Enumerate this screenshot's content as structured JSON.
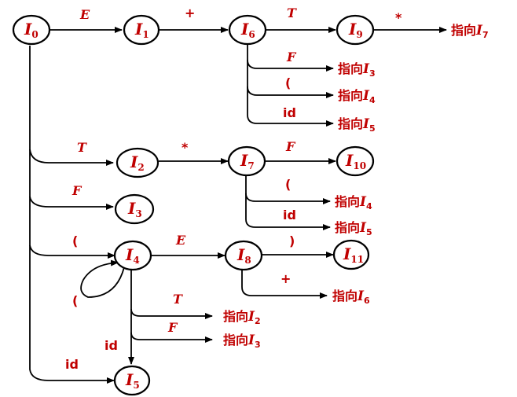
{
  "states": {
    "I0": {
      "letter": "I",
      "index": "0"
    },
    "I1": {
      "letter": "I",
      "index": "1"
    },
    "I2": {
      "letter": "I",
      "index": "2"
    },
    "I3": {
      "letter": "I",
      "index": "3"
    },
    "I4": {
      "letter": "I",
      "index": "4"
    },
    "I5": {
      "letter": "I",
      "index": "5"
    },
    "I6": {
      "letter": "I",
      "index": "6"
    },
    "I7": {
      "letter": "I",
      "index": "7"
    },
    "I8": {
      "letter": "I",
      "index": "8"
    },
    "I9": {
      "letter": "I",
      "index": "9"
    },
    "I10": {
      "letter": "I",
      "index": "10"
    },
    "I11": {
      "letter": "I",
      "index": "11"
    }
  },
  "edges": {
    "I0_I1": "E",
    "I1_I6": "+",
    "I6_I9": "T",
    "I9_goto": "*",
    "I6_goto_I3": "F",
    "I6_goto_I4": "(",
    "I6_goto_I5": "id",
    "I0_I2": "T",
    "I2_I7": "*",
    "I7_I10": "F",
    "I7_goto_I4": "(",
    "I7_goto_I5": "id",
    "I0_I3": "F",
    "I0_I4": "(",
    "I4_I8": "E",
    "I8_I11": ")",
    "I8_goto_I6": "+",
    "I4_self": "(",
    "I4_goto_I2": "T",
    "I4_goto_I3": "F",
    "I4_I5": "id",
    "I0_I5": "id"
  },
  "gotos": {
    "prefix": "指向",
    "letter": "I",
    "g_I9": "7",
    "g_I6_F": "3",
    "g_I6_lp": "4",
    "g_I6_id": "5",
    "g_I7_lp": "4",
    "g_I7_id": "5",
    "g_I8": "6",
    "g_I4_T": "2",
    "g_I4_F": "3"
  }
}
